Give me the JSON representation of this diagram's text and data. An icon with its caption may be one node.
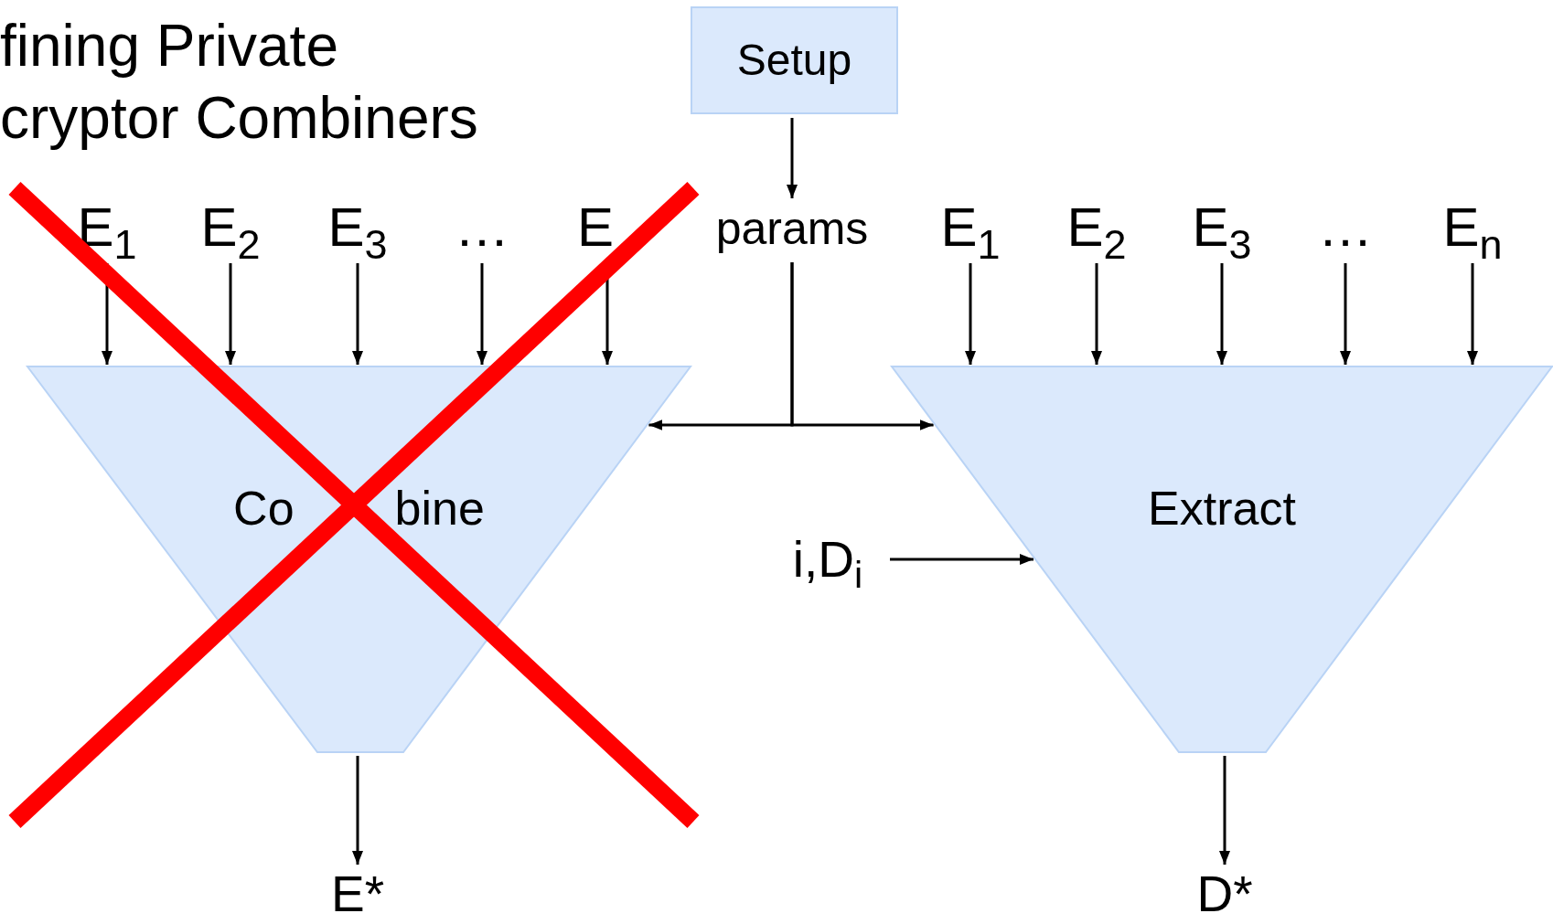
{
  "diagram": {
    "title": "fining Private cryptor Combiners",
    "nodes": [
      {
        "text": [
          "Setup"
        ]
      },
      {
        "text": [
          "params"
        ]
      },
      {
        "text": [
          "E$_{1}$"
        ]
      },
      {
        "text": [
          "E$_{2}$"
        ]
      },
      {
        "text": [
          "E$_{3}$"
        ]
      },
      {
        "text": [
          "…"
        ]
      },
      {
        "text": [
          "E"
        ]
      },
      {
        "text": [
          "E$_{1}$"
        ]
      },
      {
        "text": [
          "E$_{2}$"
        ]
      },
      {
        "text": [
          "E$_{3}$"
        ]
      },
      {
        "text": [
          "…"
        ]
      },
      {
        "text": [
          "E$_{n}$"
        ]
      },
      {
        "text": [
          "Co",
          "bine"
        ]
      },
      {
        "text": [
          "i,D$_{i}$"
        ]
      },
      {
        "text": [
          "Extract"
        ]
      },
      {
        "text": [
          "E*"
        ]
      },
      {
        "text": [
          "D*"
        ]
      }
    ],
    "edges": [
      {
        "from": 0,
        "to": 1,
        "arrow": "to"
      },
      {
        "from": 1,
        "to": 12,
        "arrow": "to"
      },
      {
        "from": 1,
        "to": 14,
        "arrow": "to"
      },
      {
        "from": 2,
        "to": 12,
        "arrow": "to"
      },
      {
        "from": 3,
        "to": 12,
        "arrow": "to"
      },
      {
        "from": 4,
        "to": 12,
        "arrow": "to"
      },
      {
        "from": 5,
        "to": 12,
        "arrow": "to"
      },
      {
        "from": 6,
        "to": 12,
        "arrow": "to"
      },
      {
        "from": 7,
        "to": 14,
        "arrow": "to"
      },
      {
        "from": 8,
        "to": 14,
        "arrow": "to"
      },
      {
        "from": 9,
        "to": 14,
        "arrow": "to"
      },
      {
        "from": 10,
        "to": 14,
        "arrow": "to"
      },
      {
        "from": 11,
        "to": 14,
        "arrow": "to"
      },
      {
        "from": 13,
        "to": 14,
        "arrow": "to"
      },
      {
        "from": 12,
        "to": 15,
        "arrow": "to"
      },
      {
        "from": 14,
        "to": 16,
        "arrow": "to"
      }
    ]
  }
}
